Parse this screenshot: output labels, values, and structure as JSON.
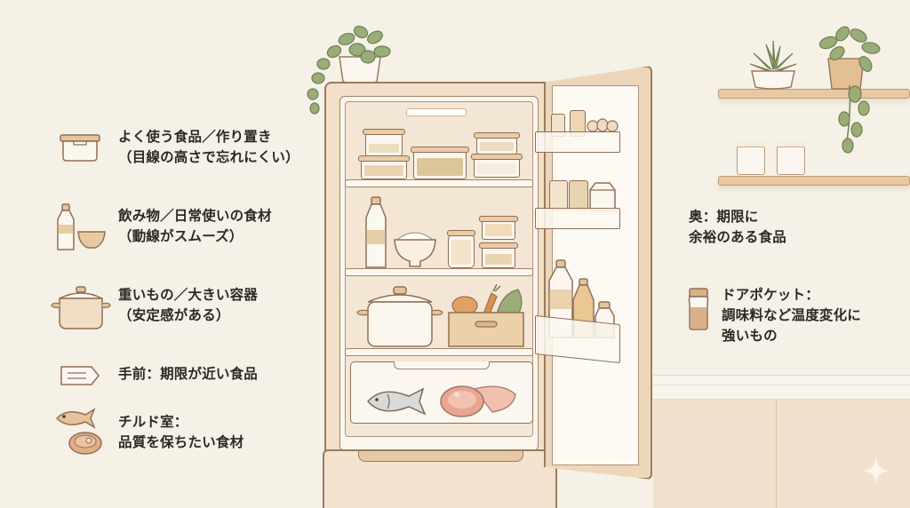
{
  "legend": {
    "items": [
      {
        "id": "eye-level",
        "icon": "food-container-icon",
        "line1": "よく使う食品／作り置き",
        "line2": "（目線の高さで忘れにくい）"
      },
      {
        "id": "middle",
        "icon": "bottle-and-bowl-icon",
        "line1": "飲み物／日常使いの食材",
        "line2": "（動線がスムーズ）"
      },
      {
        "id": "bottom",
        "icon": "pot-icon",
        "line1": "重いもの／大きい容器",
        "line2": "（安定感がある）"
      },
      {
        "id": "front",
        "icon": "label-tag-icon",
        "line1": "手前：期限が近い食品",
        "line2": ""
      },
      {
        "id": "chilled",
        "icon": "fish-and-meat-icon",
        "line1": "チルド室：",
        "line2": "品質を保ちたい食材"
      }
    ]
  },
  "right_labels": {
    "back": {
      "line1": "奥：期限に",
      "line2": "余裕のある食品"
    },
    "door_pocket": {
      "icon": "seasoning-shaker-icon",
      "line1": "ドアポケット：",
      "line2": "調味料など温度変化に",
      "line3": "強いもの"
    }
  },
  "colors": {
    "background": "#f6f1e7",
    "outline": "#8f6f55",
    "accent_beige": "#e8cca7",
    "plant_green": "#9aac78",
    "text": "#2e2824"
  }
}
